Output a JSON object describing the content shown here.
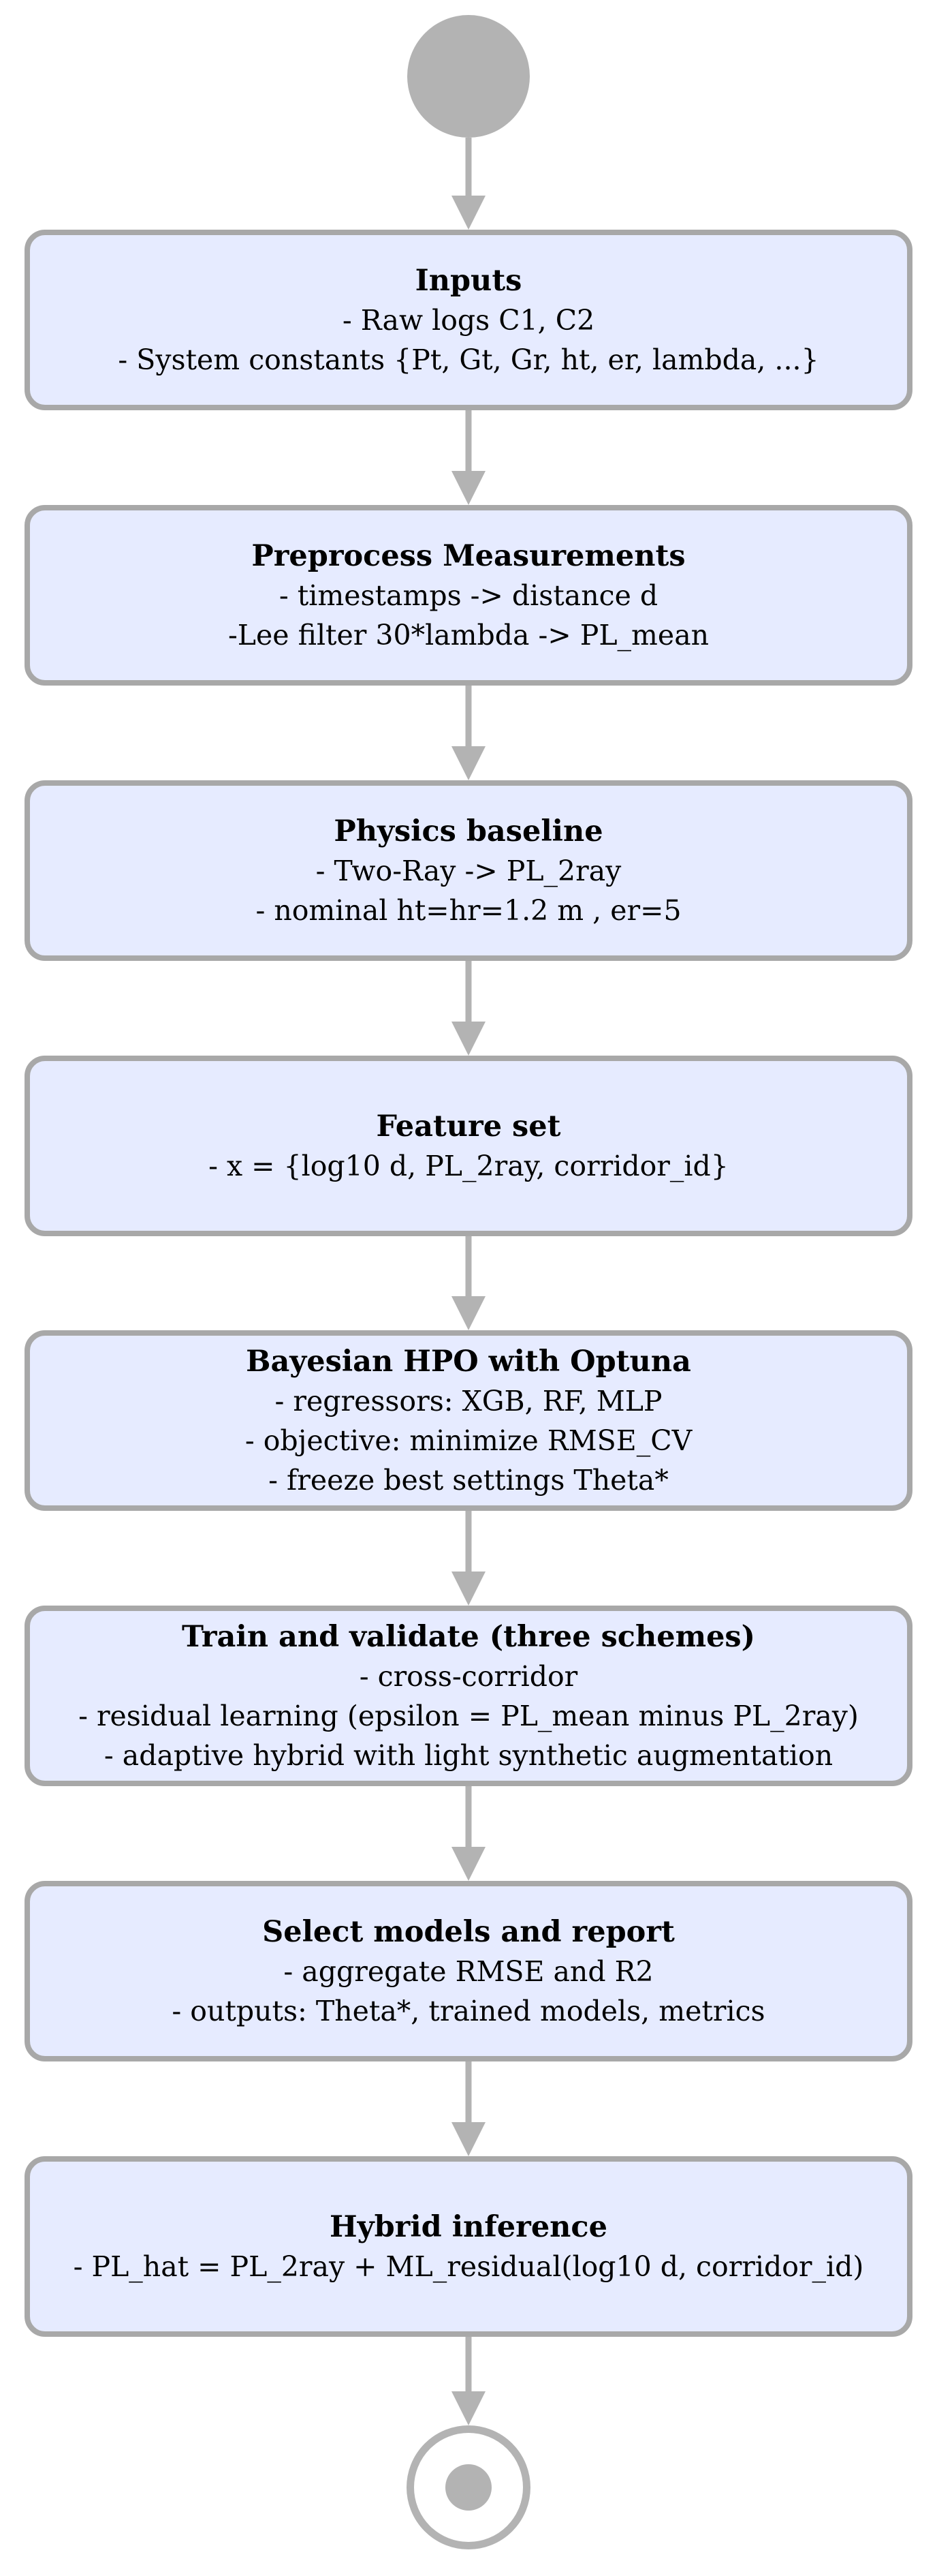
{
  "diagram": {
    "steps": [
      {
        "title": "Inputs",
        "lines": [
          "- Raw logs C1, C2",
          "- System constants {Pt, Gt, Gr, ht, er, lambda, ...}"
        ]
      },
      {
        "title": "Preprocess Measurements",
        "lines": [
          "- timestamps -> distance d",
          "-Lee filter 30*lambda -> PL_mean"
        ]
      },
      {
        "title": "Physics baseline",
        "lines": [
          "- Two-Ray -> PL_2ray",
          "- nominal ht=hr=1.2 m , er=5"
        ]
      },
      {
        "title": "Feature set",
        "lines": [
          "- x = {log10 d, PL_2ray, corridor_id}"
        ]
      },
      {
        "title": "Bayesian HPO with Optuna",
        "lines": [
          "- regressors: XGB, RF, MLP",
          "- objective: minimize RMSE_CV",
          "- freeze best settings Theta*"
        ]
      },
      {
        "title": "Train and validate (three schemes)",
        "lines": [
          "- cross-corridor",
          "- residual learning (epsilon = PL_mean minus PL_2ray)",
          "- adaptive hybrid with light synthetic augmentation"
        ]
      },
      {
        "title": "Select models and report",
        "lines": [
          "- aggregate RMSE and R2",
          "- outputs: Theta*, trained models, metrics"
        ]
      },
      {
        "title": "Hybrid inference",
        "lines": [
          "- PL_hat = PL_2ray + ML_residual(log10 d, corridor_id)"
        ]
      }
    ]
  },
  "colors": {
    "box_fill": "#e6ebff",
    "box_border": "#a8a8a8",
    "node_fill": "#b3b3b3",
    "connector": "#b3b3b3",
    "text": "#000000"
  }
}
